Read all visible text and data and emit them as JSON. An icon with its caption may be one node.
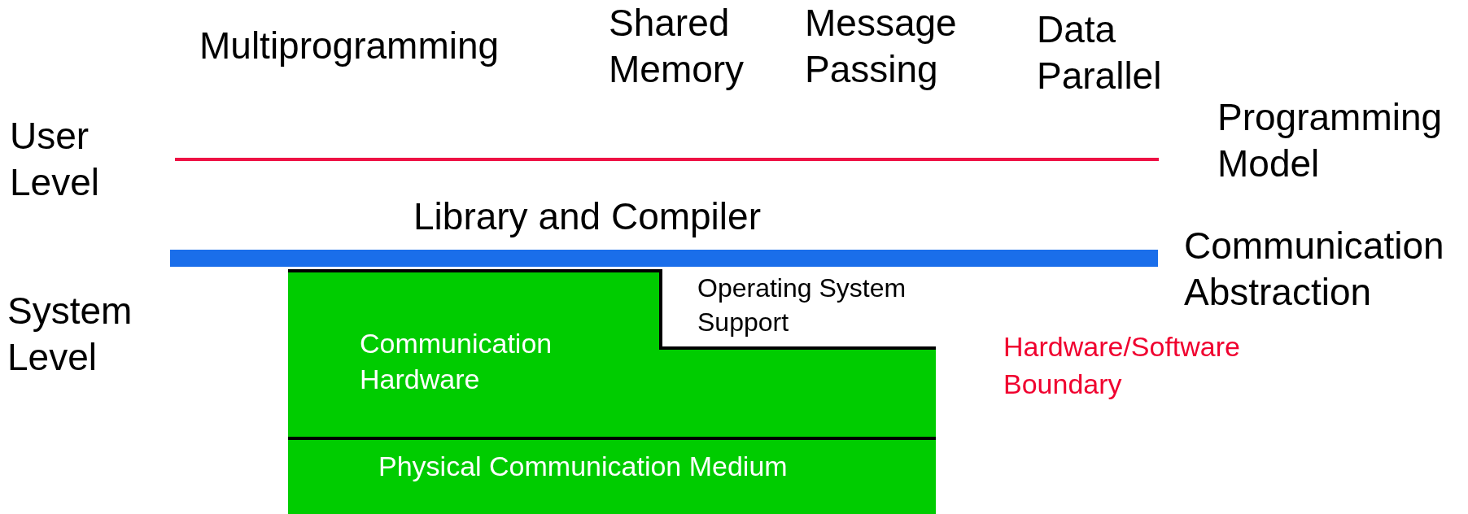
{
  "diagram": {
    "nodes": [
      {
        "text": [],
        "shape": "bar"
      },
      {
        "text": [
          "Communication Hardware"
        ]
      },
      {
        "text": [
          "Physical Communication Medium"
        ]
      }
    ],
    "labels": [
      "Multiprogramming",
      "Shared Memory",
      "Message Passing",
      "Data Parallel",
      "User Level",
      "Programming Model",
      "Library and Compiler",
      "Communication Abstraction",
      "System Level",
      "Operating System Support",
      "Hardware/Software Boundary"
    ]
  }
}
